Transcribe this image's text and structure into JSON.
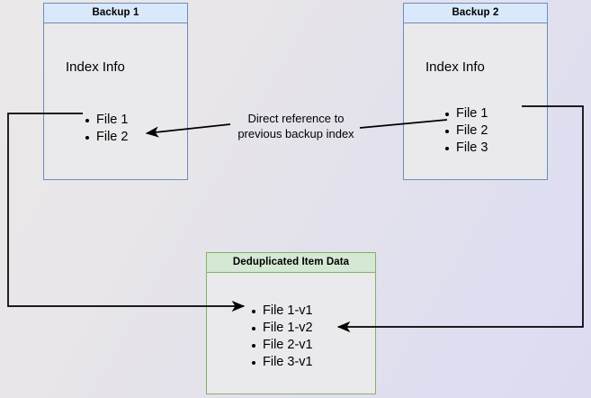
{
  "diagram": {
    "background_from": "#eae8e8",
    "background_to": "#dcdcf1",
    "blue_fill": "#dae8fc",
    "blue_stroke": "#6c8ebf",
    "green_fill": "#d5e8d4",
    "green_stroke": "#82b366",
    "body_fill": "#e9e8ea",
    "edge_color": "#000000"
  },
  "backup1": {
    "title": "Backup 1",
    "index_label": "Index Info",
    "files": [
      "File 1",
      "File 2"
    ]
  },
  "backup2": {
    "title": "Backup 2",
    "index_label": "Index Info",
    "files": [
      "File 1",
      "File 2",
      "File 3"
    ]
  },
  "dedup": {
    "title": "Deduplicated Item Data",
    "files": [
      "File 1-v1",
      "File 1-v2",
      "File 2-v1",
      "File 3-v1"
    ]
  },
  "annotation": {
    "line1": "Direct reference to",
    "line2": "previous backup index"
  }
}
